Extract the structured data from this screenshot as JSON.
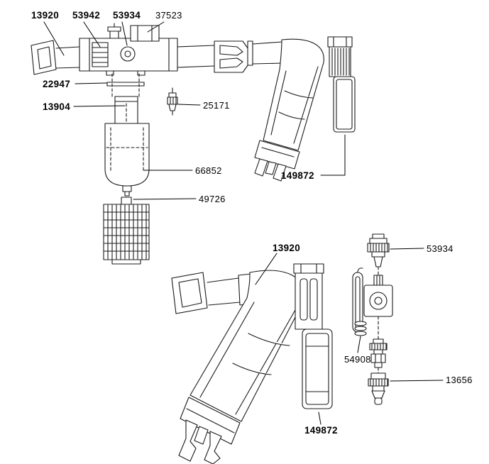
{
  "diagram": {
    "background": "#ffffff",
    "line_color": "#1a1a1a",
    "callouts": {
      "top_13920": {
        "text": "13920",
        "bold": true
      },
      "top_53942": {
        "text": "53942",
        "bold": true
      },
      "top_53934": {
        "text": "53934",
        "bold": true
      },
      "top_37523": {
        "text": "37523",
        "bold": false
      },
      "left_22947": {
        "text": "22947",
        "bold": true
      },
      "left_13904": {
        "text": "13904",
        "bold": true
      },
      "mid_25171": {
        "text": "25171",
        "bold": false
      },
      "mid_66852": {
        "text": "66852",
        "bold": false
      },
      "mid_49726": {
        "text": "49726",
        "bold": false
      },
      "upper_149872": {
        "text": "149872",
        "bold": true
      },
      "lower_13920": {
        "text": "13920",
        "bold": true
      },
      "right_53934": {
        "text": "53934",
        "bold": false
      },
      "right_54908": {
        "text": "54908",
        "bold": false
      },
      "right_13656": {
        "text": "13656",
        "bold": false
      },
      "lower_149872": {
        "text": "149872",
        "bold": true
      }
    }
  }
}
